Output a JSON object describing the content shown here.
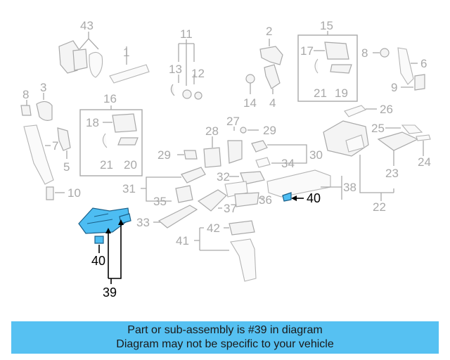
{
  "callouts": {
    "c43": "43",
    "c1": "1",
    "c11": "11",
    "c13": "13",
    "c12": "12",
    "c2": "2",
    "c14": "14",
    "c4": "4",
    "c15": "15",
    "c17": "17",
    "c21a": "21",
    "c19": "19",
    "c8a": "8",
    "c6": "6",
    "c9": "9",
    "c8b": "8",
    "c3": "3",
    "c16": "16",
    "c18": "18",
    "c7": "7",
    "c5": "5",
    "c21b": "21",
    "c20": "20",
    "c10": "10",
    "c26": "26",
    "c27": "27",
    "c29a": "29",
    "c28": "28",
    "c29b": "29",
    "c30": "30",
    "c34": "34",
    "c25": "25",
    "c24": "24",
    "c23": "23",
    "c31": "31",
    "c32": "32",
    "c35": "35",
    "c36": "36",
    "c38": "38",
    "c22": "22",
    "c40a": "40",
    "c33": "33",
    "c37": "37",
    "c42": "42",
    "c41": "41",
    "c40b": "40",
    "c39": "39"
  },
  "highlight": {
    "part_number": "39",
    "color": "#4dbdf2"
  },
  "banner": {
    "line1": "Part or sub-assembly is #39 in diagram",
    "line2": "Diagram may not be specific to your vehicle",
    "background": "#56c1f2"
  }
}
